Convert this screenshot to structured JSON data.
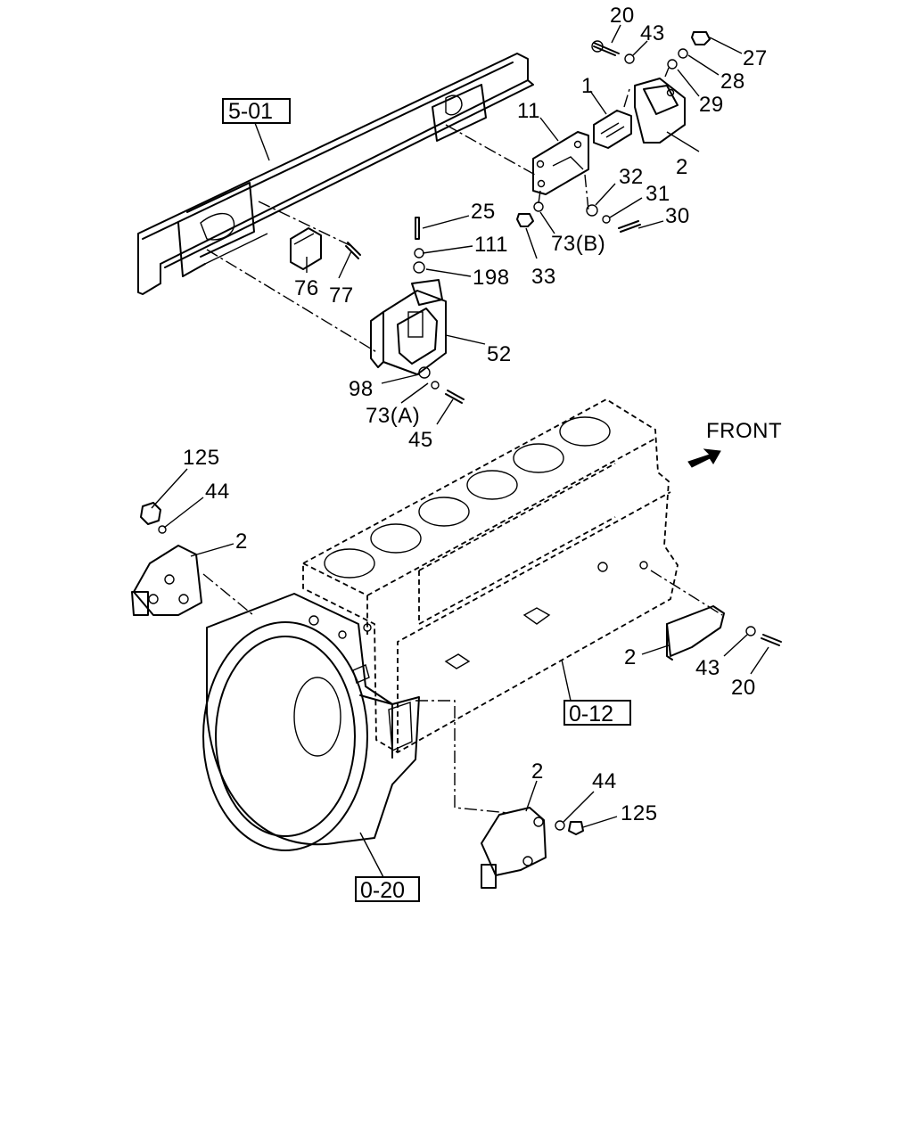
{
  "diagram": {
    "direction_label": "FRONT",
    "reference_boxes": {
      "frame": "5-01",
      "engine_block": "0-12",
      "flywheel_housing": "0-20"
    },
    "callouts": {
      "c20_top": "20",
      "c43_top": "43",
      "c27": "27",
      "c28": "28",
      "c29": "29",
      "c1": "1",
      "c11": "11",
      "c2_top": "2",
      "c32": "32",
      "c31": "31",
      "c30": "30",
      "c25": "25",
      "c111": "111",
      "c198": "198",
      "c73b": "73(B)",
      "c33": "33",
      "c76": "76",
      "c77": "77",
      "c52": "52",
      "c98": "98",
      "c73a": "73(A)",
      "c45": "45",
      "c125_left": "125",
      "c44_left": "44",
      "c2_left": "2",
      "c2_right": "2",
      "c43_right": "43",
      "c20_right": "20",
      "c2_bottom": "2",
      "c44_bottom": "44",
      "c125_bottom": "125"
    }
  }
}
